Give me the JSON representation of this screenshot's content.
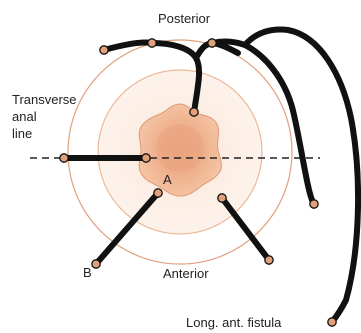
{
  "labels": {
    "posterior": "Posterior",
    "anterior": "Anterior",
    "transverse_line1": "Transverse",
    "transverse_line2": "anal",
    "transverse_line3": "line",
    "point_a": "A",
    "point_b": "B",
    "long_fistula": "Long. ant. fistula"
  },
  "colors": {
    "tract": "#111111",
    "opening": "#e0a07a",
    "outer_ring": "#e2a07c",
    "inner_ring": "#ecb896",
    "anus_fill": "#f0b690",
    "anus_center": "#e29a78",
    "dashed_line": "#222222"
  }
}
